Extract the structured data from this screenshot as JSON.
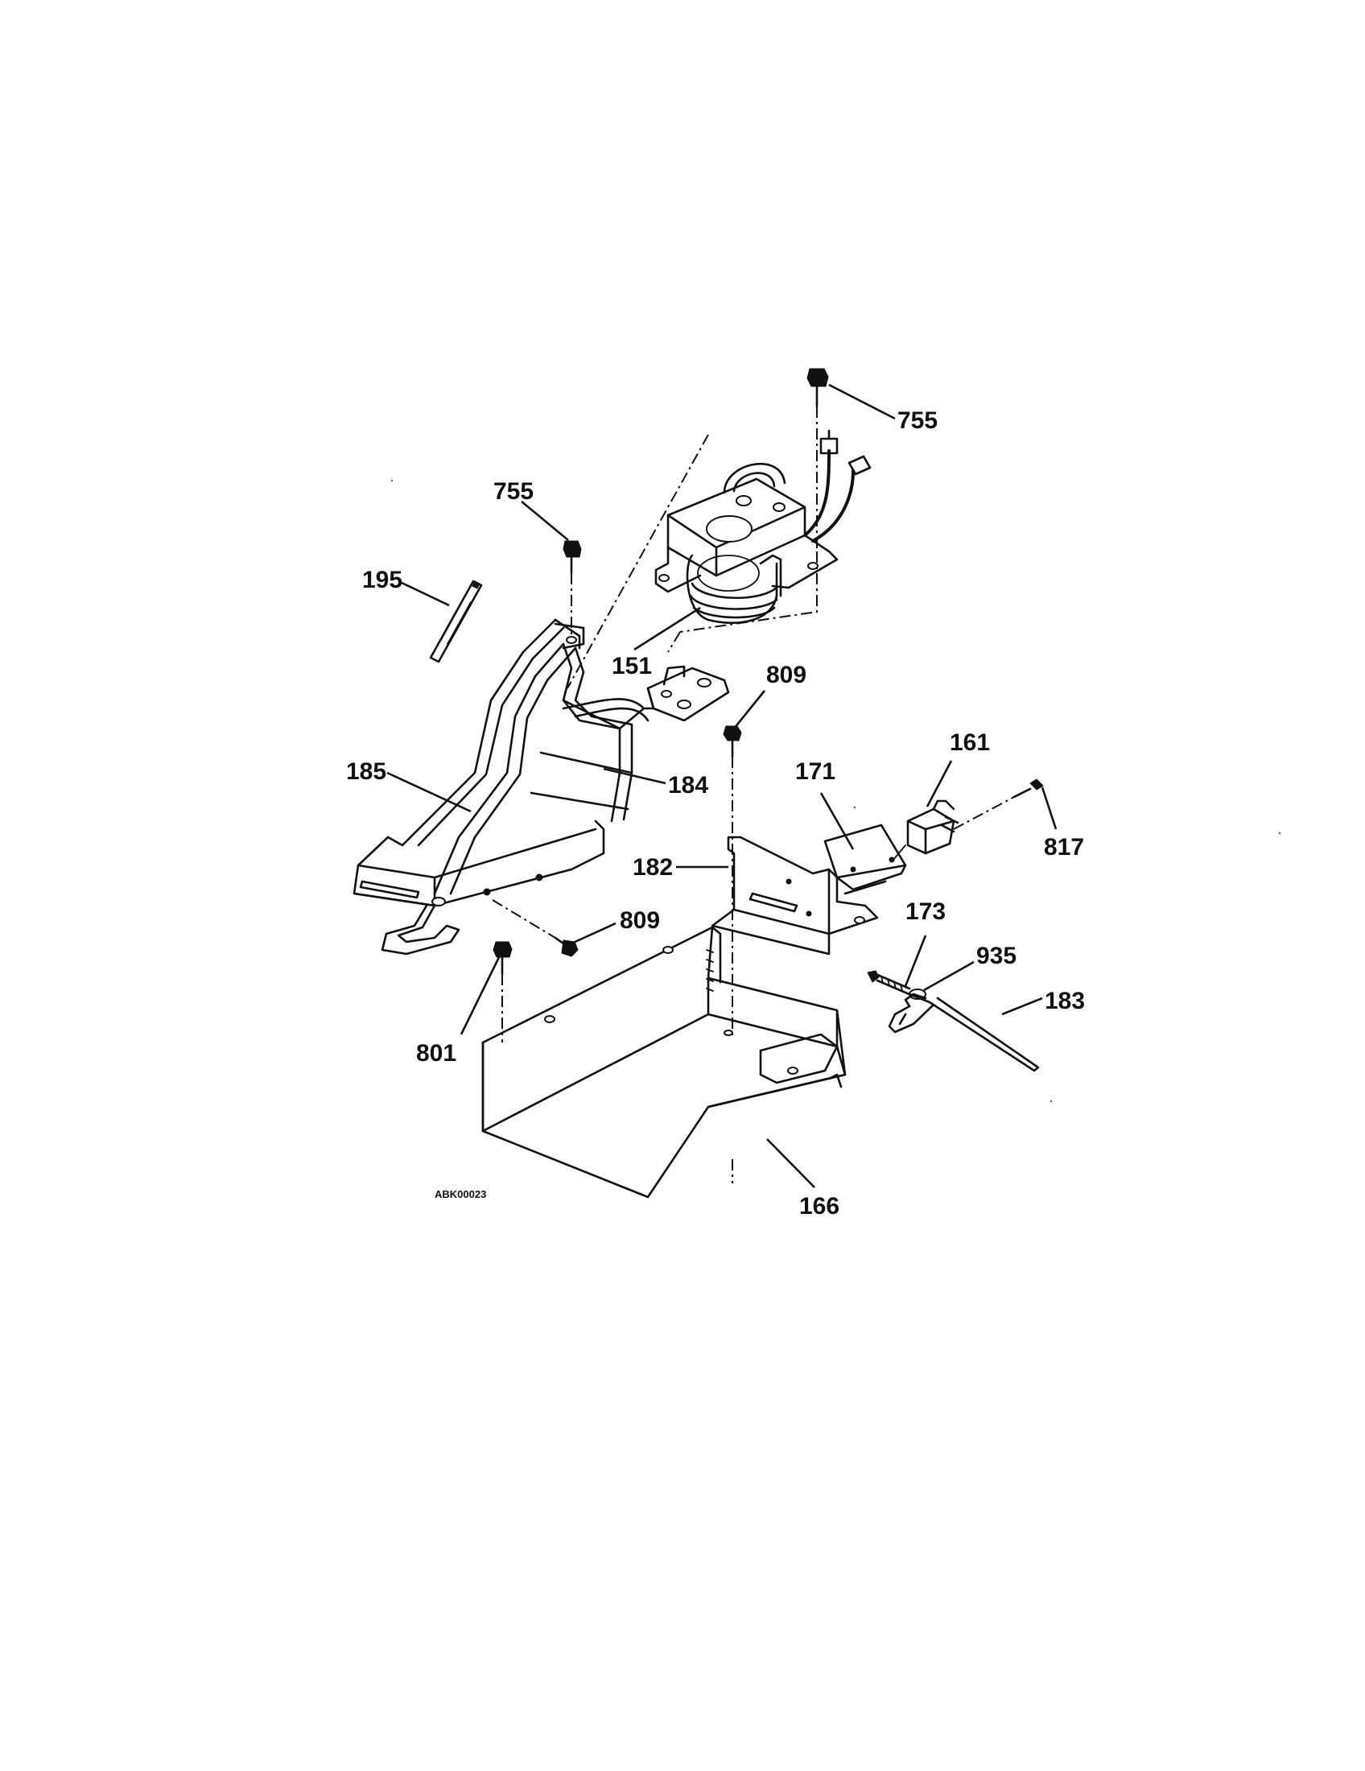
{
  "diagram": {
    "drawing_code": "ABK00023",
    "labels": [
      {
        "id": "755-top",
        "text": "755"
      },
      {
        "id": "755-left",
        "text": "755"
      },
      {
        "id": "195",
        "text": "195"
      },
      {
        "id": "151",
        "text": "151"
      },
      {
        "id": "809-upper",
        "text": "809"
      },
      {
        "id": "161",
        "text": "161"
      },
      {
        "id": "171",
        "text": "171"
      },
      {
        "id": "185",
        "text": "185"
      },
      {
        "id": "184",
        "text": "184"
      },
      {
        "id": "817",
        "text": "817"
      },
      {
        "id": "182",
        "text": "182"
      },
      {
        "id": "173",
        "text": "173"
      },
      {
        "id": "809-lower",
        "text": "809"
      },
      {
        "id": "935",
        "text": "935"
      },
      {
        "id": "183",
        "text": "183"
      },
      {
        "id": "801",
        "text": "801"
      },
      {
        "id": "166",
        "text": "166"
      }
    ]
  }
}
